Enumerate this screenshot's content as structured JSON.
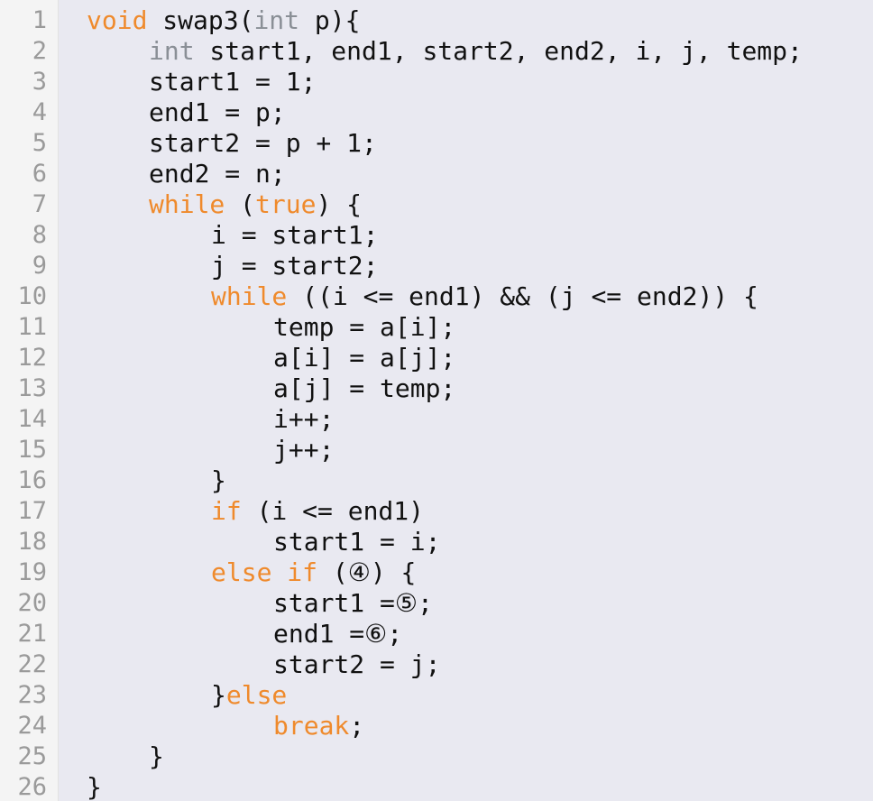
{
  "editor": {
    "lines": [
      {
        "n": "1",
        "indent": 0,
        "segments": [
          {
            "t": "void",
            "c": "kw"
          },
          {
            "t": " swap3(",
            "c": ""
          },
          {
            "t": "int",
            "c": "ty"
          },
          {
            "t": " p){",
            "c": ""
          }
        ]
      },
      {
        "n": "2",
        "indent": 1,
        "segments": [
          {
            "t": "int",
            "c": "ty"
          },
          {
            "t": " start1, end1, start2, end2, i, j, temp;",
            "c": ""
          }
        ]
      },
      {
        "n": "3",
        "indent": 1,
        "segments": [
          {
            "t": "start1 = 1;",
            "c": ""
          }
        ]
      },
      {
        "n": "4",
        "indent": 1,
        "segments": [
          {
            "t": "end1 = p;",
            "c": ""
          }
        ]
      },
      {
        "n": "5",
        "indent": 1,
        "segments": [
          {
            "t": "start2 = p + 1;",
            "c": ""
          }
        ]
      },
      {
        "n": "6",
        "indent": 1,
        "segments": [
          {
            "t": "end2 = n;",
            "c": ""
          }
        ]
      },
      {
        "n": "7",
        "indent": 1,
        "segments": [
          {
            "t": "while",
            "c": "kw"
          },
          {
            "t": " (",
            "c": ""
          },
          {
            "t": "true",
            "c": "kw"
          },
          {
            "t": ") {",
            "c": ""
          }
        ]
      },
      {
        "n": "8",
        "indent": 2,
        "segments": [
          {
            "t": "i = start1;",
            "c": ""
          }
        ]
      },
      {
        "n": "9",
        "indent": 2,
        "segments": [
          {
            "t": "j = start2;",
            "c": ""
          }
        ]
      },
      {
        "n": "10",
        "indent": 2,
        "segments": [
          {
            "t": "while",
            "c": "kw"
          },
          {
            "t": " ((i <= end1) && (j <= end2)) {",
            "c": ""
          }
        ]
      },
      {
        "n": "11",
        "indent": 3,
        "segments": [
          {
            "t": "temp = a[i];",
            "c": ""
          }
        ]
      },
      {
        "n": "12",
        "indent": 3,
        "segments": [
          {
            "t": "a[i] = a[j];",
            "c": ""
          }
        ]
      },
      {
        "n": "13",
        "indent": 3,
        "segments": [
          {
            "t": "a[j] = temp;",
            "c": ""
          }
        ]
      },
      {
        "n": "14",
        "indent": 3,
        "segments": [
          {
            "t": "i++;",
            "c": ""
          }
        ]
      },
      {
        "n": "15",
        "indent": 3,
        "segments": [
          {
            "t": "j++;",
            "c": ""
          }
        ]
      },
      {
        "n": "16",
        "indent": 2,
        "segments": [
          {
            "t": "}",
            "c": ""
          }
        ]
      },
      {
        "n": "17",
        "indent": 2,
        "segments": [
          {
            "t": "if",
            "c": "kw"
          },
          {
            "t": " (i <= end1)",
            "c": ""
          }
        ]
      },
      {
        "n": "18",
        "indent": 3,
        "segments": [
          {
            "t": "start1 = i;",
            "c": ""
          }
        ]
      },
      {
        "n": "19",
        "indent": 2,
        "segments": [
          {
            "t": "else if",
            "c": "kw"
          },
          {
            "t": " (④) {",
            "c": ""
          }
        ]
      },
      {
        "n": "20",
        "indent": 3,
        "segments": [
          {
            "t": "start1 =⑤;",
            "c": ""
          }
        ]
      },
      {
        "n": "21",
        "indent": 3,
        "segments": [
          {
            "t": "end1 =⑥;",
            "c": ""
          }
        ]
      },
      {
        "n": "22",
        "indent": 3,
        "segments": [
          {
            "t": "start2 = j;",
            "c": ""
          }
        ]
      },
      {
        "n": "23",
        "indent": 2,
        "segments": [
          {
            "t": "}",
            "c": ""
          },
          {
            "t": "else",
            "c": "kw"
          }
        ]
      },
      {
        "n": "24",
        "indent": 3,
        "segments": [
          {
            "t": "break",
            "c": "kw"
          },
          {
            "t": ";",
            "c": ""
          }
        ]
      },
      {
        "n": "25",
        "indent": 1,
        "segments": [
          {
            "t": "}",
            "c": ""
          }
        ]
      },
      {
        "n": "26",
        "indent": 0,
        "segments": [
          {
            "t": "}",
            "c": ""
          }
        ]
      }
    ]
  },
  "colors": {
    "background": "#e9e9f1",
    "gutter": "#f4f4f4",
    "keyword": "#ef8a2c",
    "type": "#8a8f96",
    "text": "#111111",
    "line_number": "#9a9a9a"
  }
}
